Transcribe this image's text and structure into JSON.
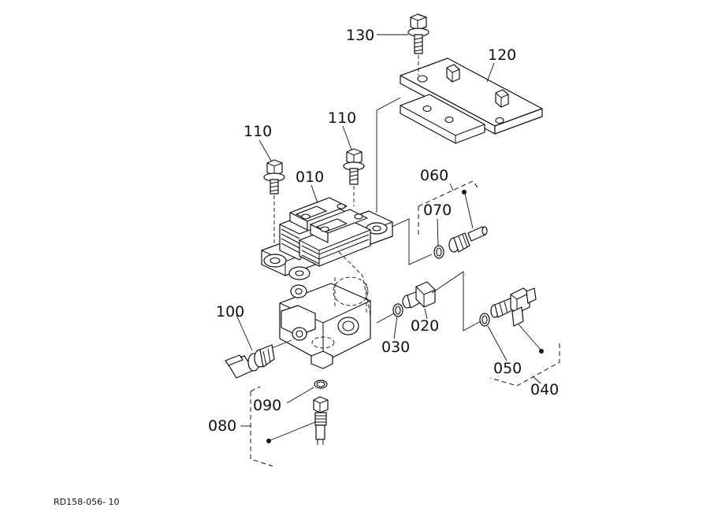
{
  "diagram": {
    "reference_code": "RD158-056- 10",
    "callouts": {
      "c010": "010",
      "c020": "020",
      "c030": "030",
      "c040": "040",
      "c050": "050",
      "c060": "060",
      "c070": "070",
      "c080": "080",
      "c090": "090",
      "c100": "100",
      "c110a": "110",
      "c110b": "110",
      "c120": "120",
      "c130": "130"
    }
  }
}
